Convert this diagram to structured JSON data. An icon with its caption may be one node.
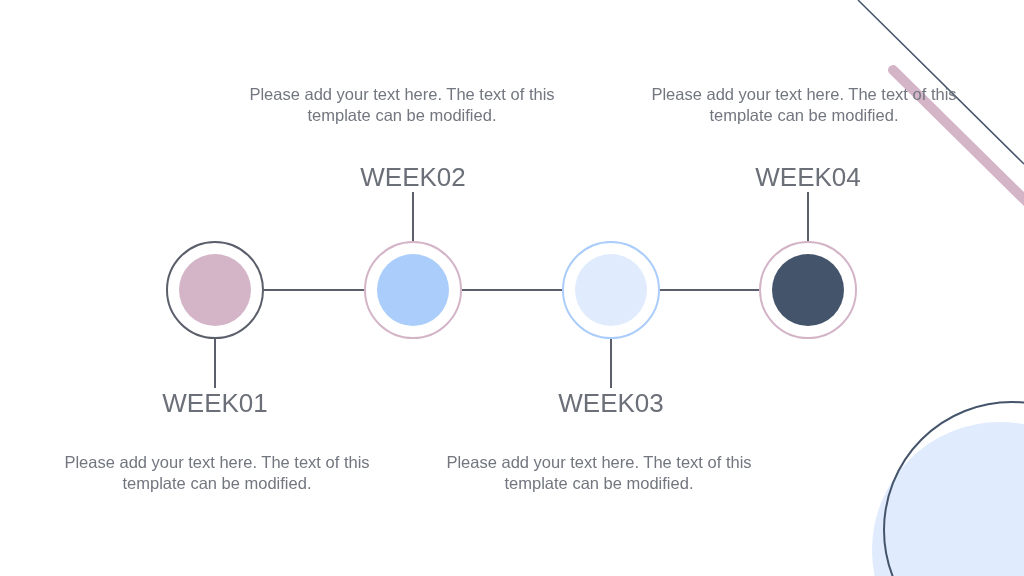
{
  "diagram": {
    "nodes": [
      {
        "text": [],
        "shape": "circle"
      },
      {
        "text": [
          "WEEK01"
        ],
        "beside": [
          "Please add your text here. The text of this template can be modified."
        ]
      },
      {
        "text": [],
        "shape": "circle"
      },
      {
        "text": [
          "WEEK02"
        ],
        "beside": [
          "Please add your text here. The text of this template can be modified."
        ]
      },
      {
        "text": [],
        "shape": "circle"
      },
      {
        "text": [
          "WEEK03"
        ],
        "beside": [
          "Please add your text here. The text of this template can be modified."
        ]
      },
      {
        "text": [],
        "shape": "circle"
      },
      {
        "text": [
          "WEEK04"
        ],
        "beside": [
          "Please add your text here. The text of this template can be modified."
        ]
      }
    ],
    "edges": [
      {
        "from": 0,
        "to": 2,
        "arrow": "none"
      },
      {
        "from": 2,
        "to": 4,
        "arrow": "none"
      },
      {
        "from": 4,
        "to": 6,
        "arrow": "none"
      },
      {
        "from": 0,
        "to": 1,
        "arrow": "none"
      },
      {
        "from": 2,
        "to": 3,
        "arrow": "none"
      },
      {
        "from": 4,
        "to": 5,
        "arrow": "none"
      },
      {
        "from": 6,
        "to": 7,
        "arrow": "none"
      }
    ]
  }
}
